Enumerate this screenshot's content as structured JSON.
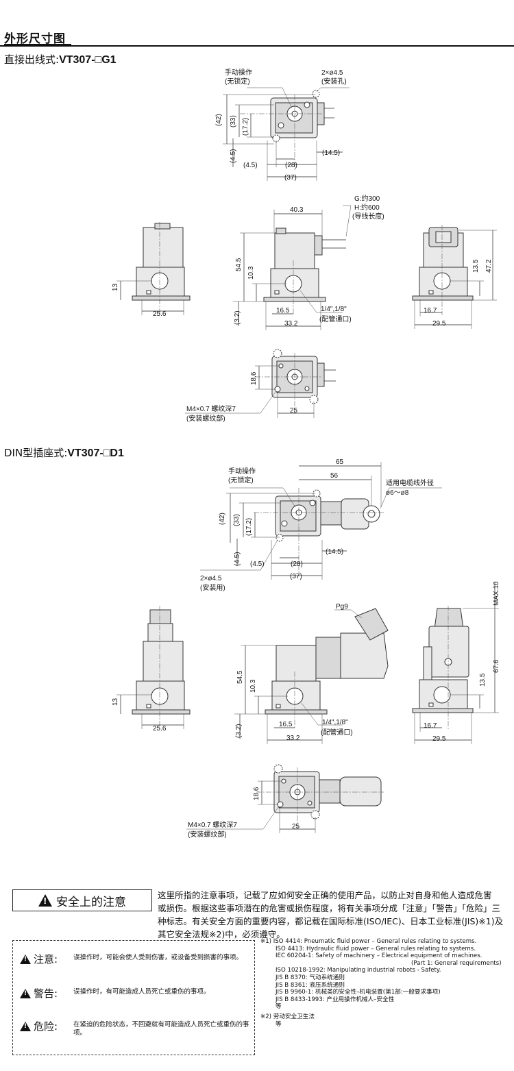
{
  "page_title": "外形尺寸图",
  "section1": {
    "prefix": "直接出线式:",
    "model": "VT307-□G1",
    "top_view": {
      "manual_label": "手动操作",
      "manual_sub": "(无锁定)",
      "holes_label": "2×ø4.5",
      "holes_sub": "(安装孔)",
      "d42": "(42)",
      "d33": "(33)",
      "d17_2": "(17.2)",
      "d4_5v": "(4.5)",
      "d4_5h": "(4.5)",
      "d28": "(28)",
      "d14_5": "(14.5)",
      "d37": "(37)"
    },
    "front_view": {
      "lead_g": "G:约300",
      "lead_h": "H:约600",
      "lead_sub": "(导线长度)",
      "d40_3": "40.3",
      "d54_5": "54.5",
      "d10_3": "10.3",
      "d3_2": "(3.2)",
      "d16_5": "16.5",
      "d33_2": "33.2",
      "port": "1/4\",1/8\"",
      "port_sub": "(配管通口)"
    },
    "left_view": {
      "d13": "13",
      "d25_6": "25.6"
    },
    "right_view": {
      "d13_5": "13.5",
      "d47_2": "47.2",
      "d16_7": "16.7",
      "d29_5": "29.5"
    },
    "bottom_view": {
      "d18_6": "18.6",
      "thread": "M4×0.7 螺纹深7",
      "thread_sub": "(安装螺纹部)",
      "d25": "25"
    }
  },
  "section2": {
    "prefix": "DIN型插座式:",
    "model": "VT307-□D1",
    "top_view": {
      "manual_label": "手动操作",
      "manual_sub": "(无锁定)",
      "d65": "65",
      "d56": "56",
      "cable_label": "适用电缆线外径",
      "cable_range": "ø6〜ø8",
      "d42": "(42)",
      "d33": "(33)",
      "d17_2": "(17.2)",
      "d4_5v": "(4.5)",
      "holes_label": "2×ø4.5",
      "holes_sub": "(安装用)",
      "d4_5h": "(4.5)",
      "d28": "(28)",
      "d14_5": "(14.5)",
      "d37": "(37)"
    },
    "front_view": {
      "pg": "Pg9",
      "d54_5": "54.5",
      "d10_3": "10.3",
      "d3_2": "(3.2)",
      "d16_5": "16.5",
      "d33_2": "33.2",
      "port": "1/4\",1/8\"",
      "port_sub": "(配管通口)"
    },
    "left_view": {
      "d13": "13",
      "d25_6": "25.6"
    },
    "right_view": {
      "max10": "MAX.10",
      "d67_6": "67.6",
      "d13_5": "13.5",
      "d16_7": "16.7",
      "d29_5": "29.5"
    },
    "bottom_view": {
      "d18_6": "18.6",
      "thread": "M4×0.7 螺纹深7",
      "thread_sub": "(安装螺纹部)",
      "d25": "25"
    }
  },
  "safety": {
    "title": "安全上的注意",
    "description_l1": "这里所指的注意事项，记载了应如何安全正确的使用产品，以防止对自身和他人造成危害",
    "description_l2": "或损伤。根据这些事项潜在的危害或损伤程度，将有关事项分成「注意」「警告」「危险」三",
    "description_l3": "种标志。有关安全方面的重要内容，都记载在国际标准(ISO/IEC)、日本工业标准(JIS)※1)及",
    "description_l4": "其它安全法规※2)中，必须遵守。",
    "levels": [
      {
        "label": "注意",
        "desc": "误操作时，可能会使人受到伤害，或设备受到损害的事项。"
      },
      {
        "label": "警告",
        "desc": "误操作时，有可能造成人员死亡或重伤的事项。"
      },
      {
        "label": "危险",
        "desc": "在紧迫的危险状态，不回避就有可能造成人员死亡或重伤的事项。"
      }
    ],
    "notes": [
      "※1) ISO 4414: Pneumatic fluid power – General rules relating to systems.",
      "ISO 4413: Hydraulic fluid power – General rules relating to systems.",
      "IEC 60204-1: Safety of machinery – Electrical equipment of machines.",
      "(Part 1: General requirements)",
      "ISO 10218-1992: Manipulating industrial robots - Safety.",
      "JIS B 8370: 气动系统通则",
      "JIS B 8361: 液压系统通则",
      "JIS B 9960-1: 机械类的安全性–机电装置(第1部:一般要求事项)",
      "JIS B 8433-1993: 产业用操作机械人–安全性",
      "等",
      "※2) 劳动安全卫生法",
      "等"
    ]
  }
}
